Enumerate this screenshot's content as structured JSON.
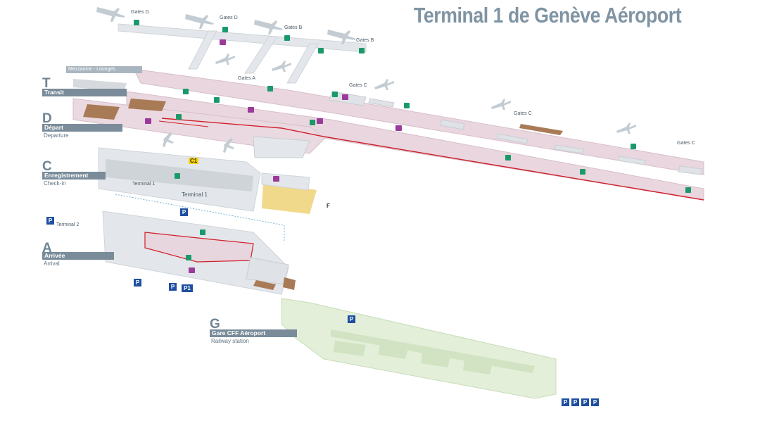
{
  "title": "Terminal 1 de Genève Aéroport",
  "levels": {
    "transit": {
      "letter": "T",
      "name": "Transit"
    },
    "depart": {
      "letter": "D",
      "name": "Départ",
      "sub": "Departure"
    },
    "enregistrement": {
      "letter": "C",
      "name": "Enregistrement",
      "sub": "Check-in"
    },
    "arrivee": {
      "letter": "A",
      "name": "Arrivée",
      "sub": "Arrival"
    },
    "gare": {
      "letter": "G",
      "name": "Gare CFF Aéroport",
      "sub": "Railway station"
    }
  },
  "mezzanine": "Mezzanine - Lounges",
  "gates": {
    "gates_d_1": "Gates D",
    "gates_d_2": "Gates D",
    "gates_b_1": "Gates B",
    "gates_b_2": "Gates B",
    "gates_a": "Gates A",
    "gates_c_1": "Gates C",
    "gates_c_2": "Gates C",
    "gates_c_3": "Gates C"
  },
  "labels": {
    "terminal1_a": "Terminal 1",
    "terminal1_b": "Terminal 1",
    "terminal2": "Terminal 2",
    "c1": "C1",
    "f": "F",
    "p": "P",
    "p1": "P1",
    "p_series": [
      "P",
      "P",
      "P",
      "P"
    ]
  },
  "colors": {
    "title": "#7f94a3",
    "level_bar": "#7a8c99",
    "departure_area": "#e9d6df",
    "checkin_area": "#e3e6ea",
    "arrival_area": "#e8e2e8",
    "railway_area": "#e3efd9",
    "red_line": "#d0202a",
    "green_icon": "#1a9a6a",
    "purple_icon": "#9b3a9a",
    "parking": "#1f4fa0",
    "yellow_zone": "#f1d98b"
  }
}
